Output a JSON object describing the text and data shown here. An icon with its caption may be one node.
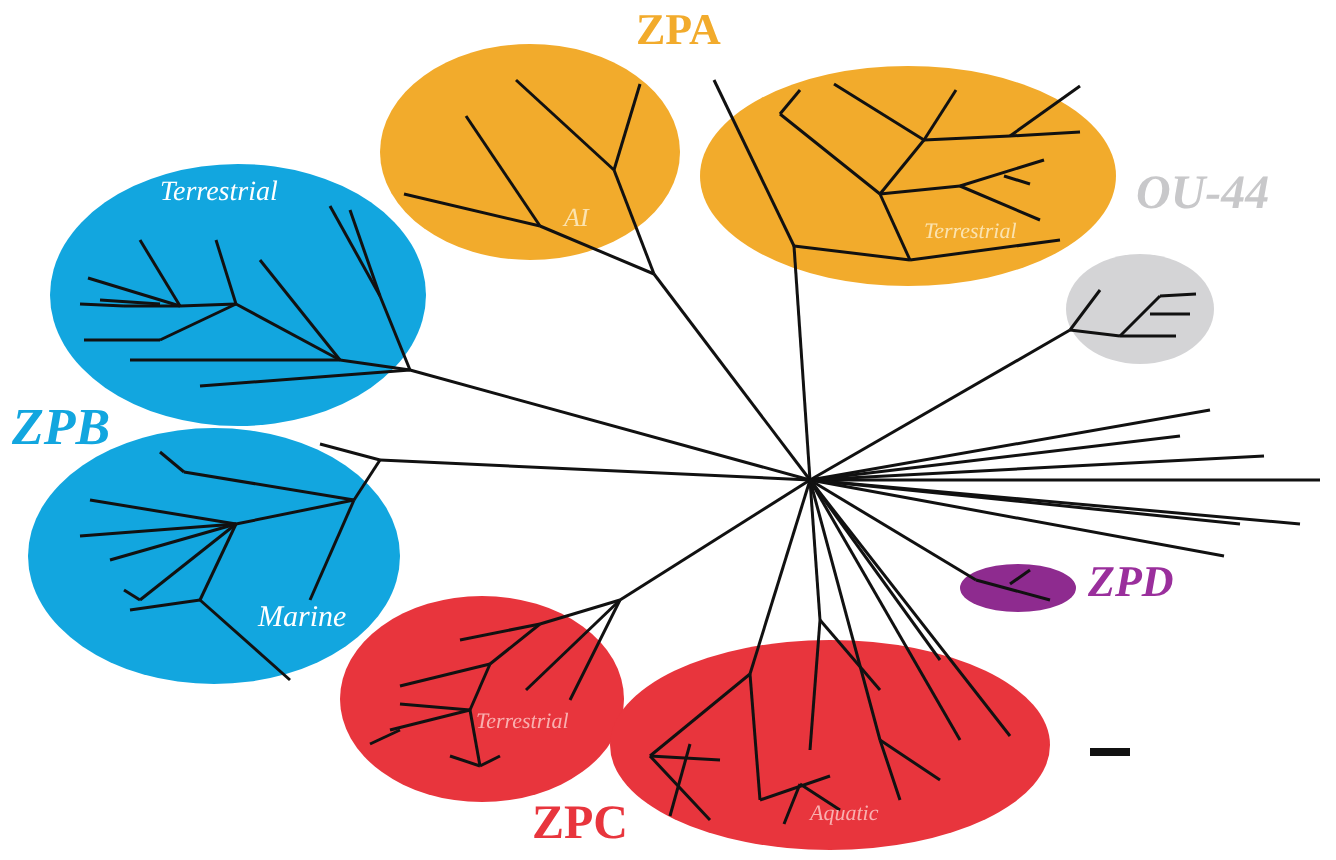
{
  "diagram": {
    "nodes": [
      {
        "text": [
          "AI"
        ]
      },
      {
        "text": [
          "Terrestrial"
        ]
      },
      {
        "text": [
          "OU-44"
        ]
      },
      {
        "text": [
          "Terrestrial"
        ]
      },
      {
        "text": [
          "Marine"
        ]
      },
      {
        "text": [
          "ZPD"
        ]
      },
      {
        "text": [
          "Terrestrial"
        ]
      },
      {
        "text": [
          "Aquatic"
        ]
      }
    ],
    "edges": [],
    "labels": [
      "ZPA",
      "ZPB",
      "ZPC"
    ]
  }
}
